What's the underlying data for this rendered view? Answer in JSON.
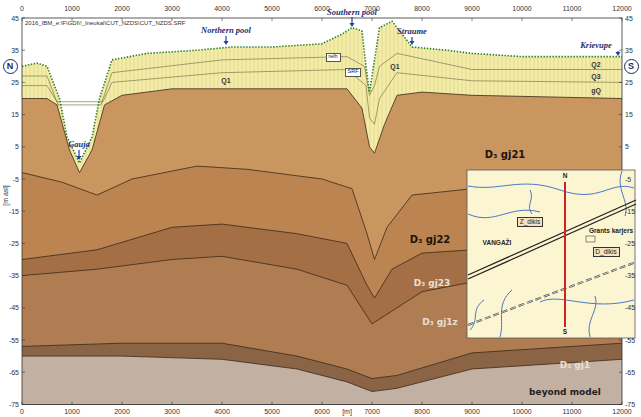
{
  "diagram": {
    "nodes": [
      {
        "text": [
          "N"
        ]
      },
      {
        "text": [
          "S"
        ]
      },
      {
        "text": [
          "relh"
        ]
      },
      {
        "text": [
          "SRF"
        ]
      },
      {
        "text": [
          "Z_dikis"
        ]
      },
      {
        "text": [
          "D_dikis"
        ]
      }
    ],
    "labels": [
      "2016_IBM_e:\\F\\GDI\\!_Ineukal\\CUT_NZDS\\CUT_NZDS.SRF",
      "45",
      "35",
      "25",
      "15",
      "5",
      "-5",
      "-15",
      "-25",
      "-35",
      "-45",
      "-55",
      "-65",
      "-75",
      "45",
      "35",
      "25",
      "15",
      "5",
      "-5",
      "-15",
      "-25",
      "-35",
      "-45",
      "-55",
      "-65",
      "-75",
      "[m asl]",
      "0",
      "1000",
      "2000",
      "3000",
      "4000",
      "5000",
      "6000",
      "7000",
      "8000",
      "9000",
      "10000",
      "11000",
      "12000",
      "0",
      "1000",
      "2000",
      "3000",
      "4000",
      "5000",
      "6000",
      "7000",
      "8000",
      "9000",
      "10000",
      "11000",
      "12000",
      "[m]",
      "Gauja",
      "Northern pool",
      "Southern pool",
      "Straume",
      "Krievupe",
      "Q2",
      "Q3",
      "gQ",
      "Q1",
      "Q1",
      "D₃ gj21",
      "D₃ gj22",
      "D₃ gj23",
      "D₃ gj1z",
      "D₃ gj1",
      "beyond model",
      "N",
      "S",
      "VANGAŽI",
      "Grants karjers"
    ]
  }
}
